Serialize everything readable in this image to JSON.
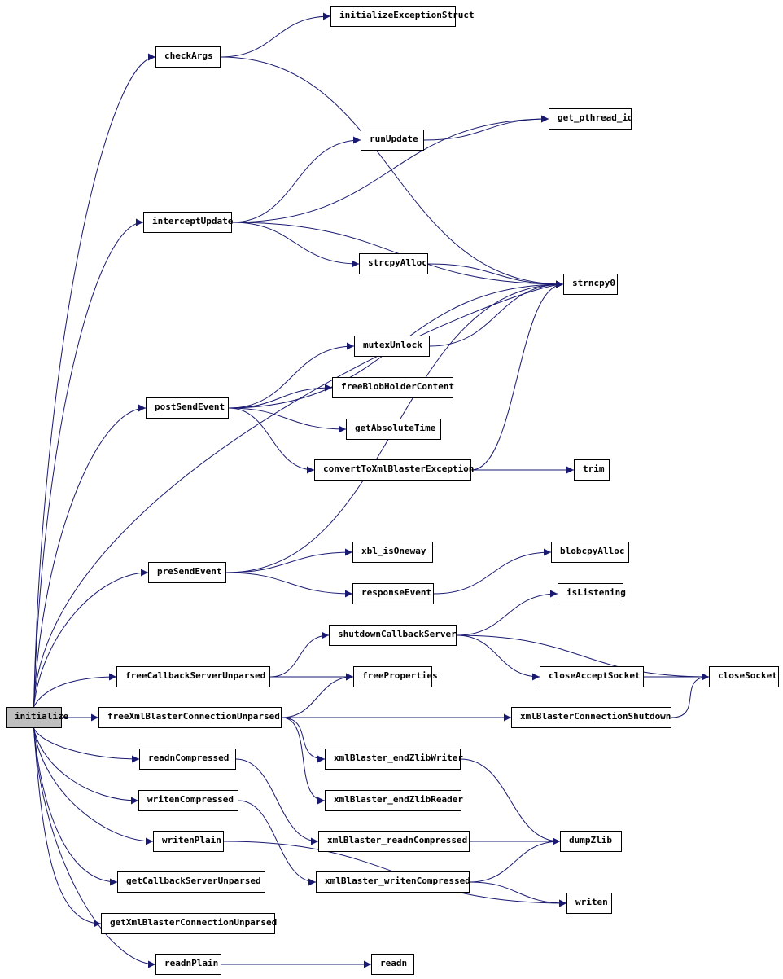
{
  "graph": {
    "title": "",
    "root": "initialize",
    "edge_color": "#191970",
    "root_fill": "#bfbfbf",
    "nodes": [
      {
        "id": "initialize",
        "label": "initialize"
      },
      {
        "id": "checkArgs",
        "label": "checkArgs"
      },
      {
        "id": "initializeExceptionStruct",
        "label": "initializeExceptionStruct"
      },
      {
        "id": "get_pthread_id",
        "label": "get_pthread_id"
      },
      {
        "id": "runUpdate",
        "label": "runUpdate"
      },
      {
        "id": "interceptUpdate",
        "label": "interceptUpdate"
      },
      {
        "id": "strcpyAlloc",
        "label": "strcpyAlloc"
      },
      {
        "id": "strncpy0",
        "label": "strncpy0"
      },
      {
        "id": "mutexUnlock",
        "label": "mutexUnlock"
      },
      {
        "id": "freeBlobHolderContent",
        "label": "freeBlobHolderContent"
      },
      {
        "id": "postSendEvent",
        "label": "postSendEvent"
      },
      {
        "id": "getAbsoluteTime",
        "label": "getAbsoluteTime"
      },
      {
        "id": "convertToXmlBlasterException",
        "label": "convertToXmlBlasterException"
      },
      {
        "id": "trim",
        "label": "trim"
      },
      {
        "id": "xbl_isOneway",
        "label": "xbl_isOneway"
      },
      {
        "id": "blobcpyAlloc",
        "label": "blobcpyAlloc"
      },
      {
        "id": "preSendEvent",
        "label": "preSendEvent"
      },
      {
        "id": "responseEvent",
        "label": "responseEvent"
      },
      {
        "id": "isListening",
        "label": "isListening"
      },
      {
        "id": "shutdownCallbackServer",
        "label": "shutdownCallbackServer"
      },
      {
        "id": "freeCallbackServerUnparsed",
        "label": "freeCallbackServerUnparsed"
      },
      {
        "id": "freeProperties",
        "label": "freeProperties"
      },
      {
        "id": "closeAcceptSocket",
        "label": "closeAcceptSocket"
      },
      {
        "id": "closeSocket",
        "label": "closeSocket"
      },
      {
        "id": "freeXmlBlasterConnectionUnparsed",
        "label": "freeXmlBlasterConnectionUnparsed"
      },
      {
        "id": "xmlBlasterConnectionShutdown",
        "label": "xmlBlasterConnectionShutdown"
      },
      {
        "id": "readnCompressed",
        "label": "readnCompressed"
      },
      {
        "id": "xmlBlaster_endZlibWriter",
        "label": "xmlBlaster_endZlibWriter"
      },
      {
        "id": "xmlBlaster_endZlibReader",
        "label": "xmlBlaster_endZlibReader"
      },
      {
        "id": "writenCompressed",
        "label": "writenCompressed"
      },
      {
        "id": "xmlBlaster_readnCompressed",
        "label": "xmlBlaster_readnCompressed"
      },
      {
        "id": "dumpZlib",
        "label": "dumpZlib"
      },
      {
        "id": "writenPlain",
        "label": "writenPlain"
      },
      {
        "id": "xmlBlaster_writenCompressed",
        "label": "xmlBlaster_writenCompressed"
      },
      {
        "id": "getCallbackServerUnparsed",
        "label": "getCallbackServerUnparsed"
      },
      {
        "id": "writen",
        "label": "writen"
      },
      {
        "id": "getXmlBlasterConnectionUnparsed",
        "label": "getXmlBlasterConnectionUnparsed"
      },
      {
        "id": "readnPlain",
        "label": "readnPlain"
      },
      {
        "id": "readn",
        "label": "readn"
      }
    ],
    "edges": [
      [
        "initialize",
        "checkArgs"
      ],
      [
        "initialize",
        "interceptUpdate"
      ],
      [
        "initialize",
        "postSendEvent"
      ],
      [
        "initialize",
        "preSendEvent"
      ],
      [
        "initialize",
        "freeCallbackServerUnparsed"
      ],
      [
        "initialize",
        "freeXmlBlasterConnectionUnparsed"
      ],
      [
        "initialize",
        "readnCompressed"
      ],
      [
        "initialize",
        "writenCompressed"
      ],
      [
        "initialize",
        "writenPlain"
      ],
      [
        "initialize",
        "getCallbackServerUnparsed"
      ],
      [
        "initialize",
        "getXmlBlasterConnectionUnparsed"
      ],
      [
        "initialize",
        "readnPlain"
      ],
      [
        "initialize",
        "strncpy0"
      ],
      [
        "checkArgs",
        "initializeExceptionStruct"
      ],
      [
        "checkArgs",
        "strncpy0"
      ],
      [
        "interceptUpdate",
        "get_pthread_id"
      ],
      [
        "interceptUpdate",
        "runUpdate"
      ],
      [
        "interceptUpdate",
        "strncpy0"
      ],
      [
        "interceptUpdate",
        "strcpyAlloc"
      ],
      [
        "runUpdate",
        "get_pthread_id"
      ],
      [
        "strcpyAlloc",
        "strncpy0"
      ],
      [
        "postSendEvent",
        "strncpy0"
      ],
      [
        "postSendEvent",
        "mutexUnlock"
      ],
      [
        "postSendEvent",
        "freeBlobHolderContent"
      ],
      [
        "postSendEvent",
        "getAbsoluteTime"
      ],
      [
        "postSendEvent",
        "convertToXmlBlasterException"
      ],
      [
        "mutexUnlock",
        "strncpy0"
      ],
      [
        "convertToXmlBlasterException",
        "strncpy0"
      ],
      [
        "convertToXmlBlasterException",
        "trim"
      ],
      [
        "preSendEvent",
        "strncpy0"
      ],
      [
        "preSendEvent",
        "xbl_isOneway"
      ],
      [
        "preSendEvent",
        "responseEvent"
      ],
      [
        "responseEvent",
        "blobcpyAlloc"
      ],
      [
        "freeCallbackServerUnparsed",
        "shutdownCallbackServer"
      ],
      [
        "freeCallbackServerUnparsed",
        "freeProperties"
      ],
      [
        "shutdownCallbackServer",
        "isListening"
      ],
      [
        "shutdownCallbackServer",
        "closeAcceptSocket"
      ],
      [
        "shutdownCallbackServer",
        "closeSocket"
      ],
      [
        "closeAcceptSocket",
        "closeSocket"
      ],
      [
        "freeXmlBlasterConnectionUnparsed",
        "freeProperties"
      ],
      [
        "freeXmlBlasterConnectionUnparsed",
        "xmlBlasterConnectionShutdown"
      ],
      [
        "freeXmlBlasterConnectionUnparsed",
        "xmlBlaster_endZlibWriter"
      ],
      [
        "freeXmlBlasterConnectionUnparsed",
        "xmlBlaster_endZlibReader"
      ],
      [
        "xmlBlasterConnectionShutdown",
        "closeSocket"
      ],
      [
        "xmlBlaster_endZlibWriter",
        "dumpZlib"
      ],
      [
        "readnCompressed",
        "xmlBlaster_readnCompressed"
      ],
      [
        "xmlBlaster_readnCompressed",
        "dumpZlib"
      ],
      [
        "writenCompressed",
        "xmlBlaster_writenCompressed"
      ],
      [
        "xmlBlaster_writenCompressed",
        "dumpZlib"
      ],
      [
        "xmlBlaster_writenCompressed",
        "writen"
      ],
      [
        "writenPlain",
        "writen"
      ],
      [
        "readnPlain",
        "readn"
      ]
    ]
  }
}
